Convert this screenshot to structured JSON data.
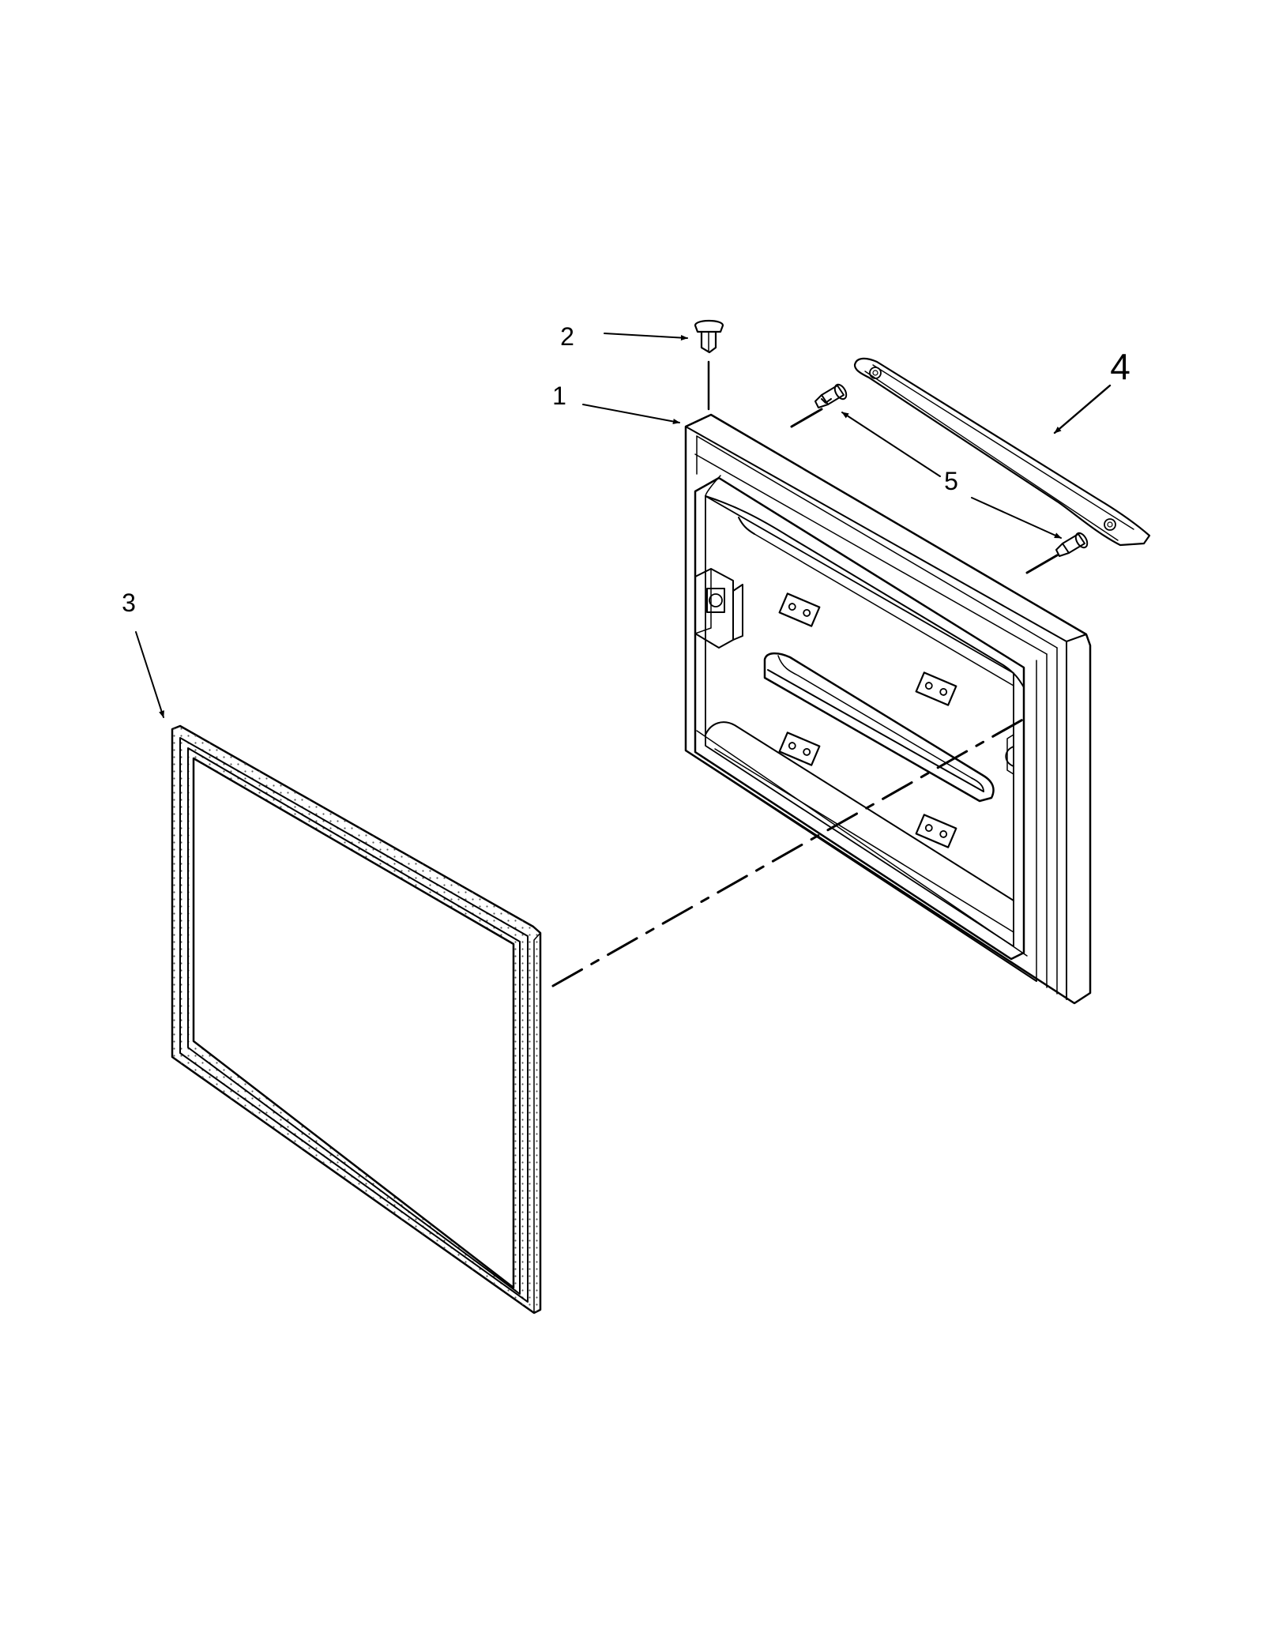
{
  "callouts": {
    "part_1": "1",
    "part_2": "2",
    "part_3": "3",
    "part_4": "4",
    "part_5": "5"
  },
  "colors": {
    "line": "#000000",
    "background": "#ffffff",
    "gasket_dots": "#555555"
  }
}
